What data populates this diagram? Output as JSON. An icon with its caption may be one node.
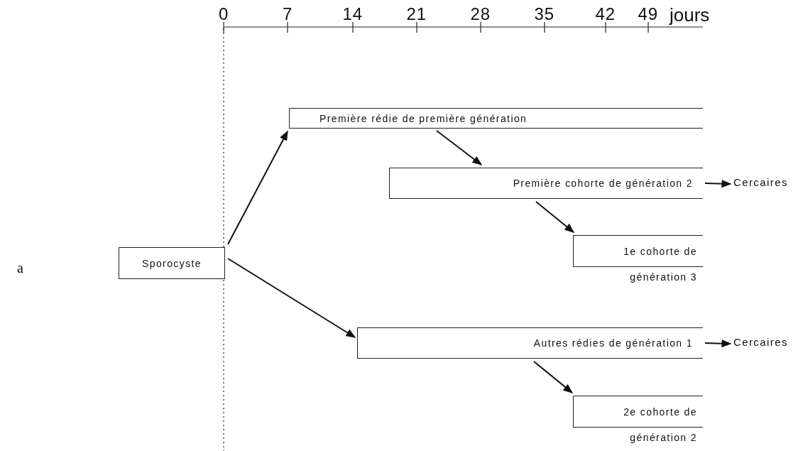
{
  "diagram": {
    "nodes": [
      {
        "text": [
          "Sporocyste"
        ]
      },
      {
        "text": [
          "Première rédie de première génération"
        ]
      },
      {
        "text": [
          "Première cohorte de génération 2"
        ]
      },
      {
        "text": [
          "Cercaires"
        ]
      },
      {
        "text": [
          "1e cohorte de",
          "génération 3"
        ]
      },
      {
        "text": [
          "Autres rédies de génération 1"
        ]
      },
      {
        "text": [
          "Cercaires"
        ]
      },
      {
        "text": [
          "2e cohorte de",
          "génération 2"
        ]
      }
    ],
    "edges": [
      {
        "from": 0,
        "to": 1,
        "arrow": "to"
      },
      {
        "from": 1,
        "to": 2,
        "arrow": "to"
      },
      {
        "from": 2,
        "to": 3,
        "arrow": "to"
      },
      {
        "from": 2,
        "to": 4,
        "arrow": "to"
      },
      {
        "from": 0,
        "to": 5,
        "arrow": "to"
      },
      {
        "from": 5,
        "to": 6,
        "arrow": "to"
      },
      {
        "from": 5,
        "to": 7,
        "arrow": "to"
      }
    ],
    "labels": [
      "0",
      "7",
      "14",
      "21",
      "28",
      "35",
      "42",
      "49",
      "jours",
      "a"
    ]
  }
}
